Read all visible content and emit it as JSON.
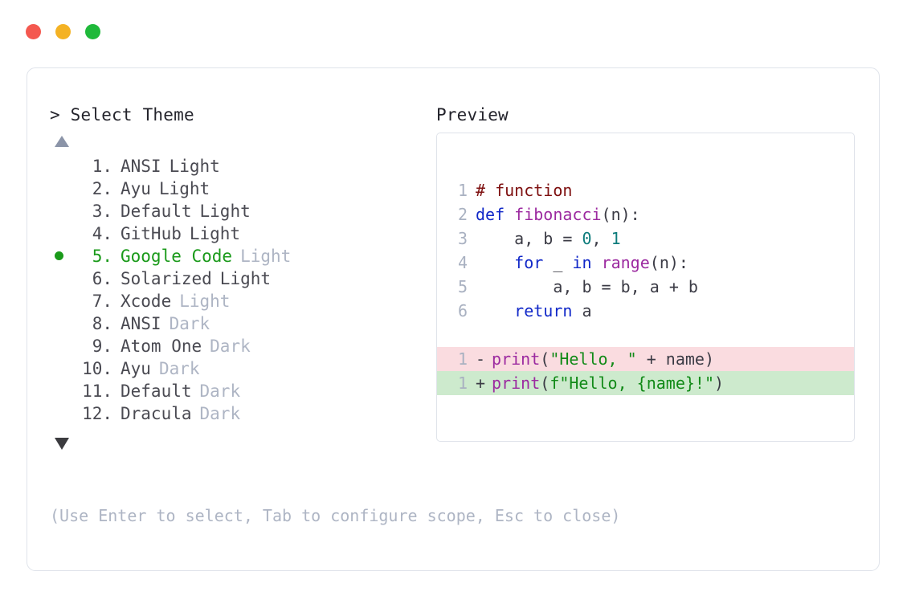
{
  "window": {
    "traffic_lights": [
      {
        "name": "close-dot",
        "color": "#f4584f"
      },
      {
        "name": "minimize-dot",
        "color": "#f4b223"
      },
      {
        "name": "maximize-dot",
        "color": "#1fb93a"
      }
    ]
  },
  "prompt": {
    "header": "> Select Theme",
    "scroll_up": "▲",
    "scroll_down": "▼",
    "footer_hint": "(Use Enter to select, Tab to configure scope, Esc to close)",
    "selected_index": 5,
    "selected_color": "#1a9a1a",
    "dim_color": "#aeb5c4",
    "items": [
      {
        "index": "1.",
        "name": "ANSI",
        "suffix": "Light",
        "suffix_dim": false,
        "selected": false
      },
      {
        "index": "2.",
        "name": "Ayu",
        "suffix": "Light",
        "suffix_dim": false,
        "selected": false
      },
      {
        "index": "3.",
        "name": "Default",
        "suffix": "Light",
        "suffix_dim": false,
        "selected": false
      },
      {
        "index": "4.",
        "name": "GitHub",
        "suffix": "Light",
        "suffix_dim": false,
        "selected": false
      },
      {
        "index": "5.",
        "name": "Google Code",
        "suffix": "Light",
        "suffix_dim": true,
        "selected": true
      },
      {
        "index": "6.",
        "name": "Solarized",
        "suffix": "Light",
        "suffix_dim": false,
        "selected": false
      },
      {
        "index": "7.",
        "name": "Xcode",
        "suffix": "Light",
        "suffix_dim": true,
        "selected": false
      },
      {
        "index": "8.",
        "name": "ANSI",
        "suffix": "Dark",
        "suffix_dim": true,
        "selected": false
      },
      {
        "index": "9.",
        "name": "Atom One",
        "suffix": "Dark",
        "suffix_dim": true,
        "selected": false
      },
      {
        "index": "10.",
        "name": "Ayu",
        "suffix": "Dark",
        "suffix_dim": true,
        "selected": false
      },
      {
        "index": "11.",
        "name": "Default",
        "suffix": "Dark",
        "suffix_dim": true,
        "selected": false
      },
      {
        "index": "12.",
        "name": "Dracula",
        "suffix": "Dark",
        "suffix_dim": true,
        "selected": false
      }
    ]
  },
  "preview": {
    "header": "Preview",
    "code_lines": [
      {
        "no": "1",
        "tokens": [
          {
            "t": "# function",
            "c": "comment"
          }
        ]
      },
      {
        "no": "2",
        "tokens": [
          {
            "t": "def ",
            "c": "kw"
          },
          {
            "t": "fibonacci",
            "c": "fn"
          },
          {
            "t": "(n):",
            "c": "punct"
          }
        ]
      },
      {
        "no": "3",
        "tokens": [
          {
            "t": "    a, b = ",
            "c": "plain"
          },
          {
            "t": "0",
            "c": "num"
          },
          {
            "t": ", ",
            "c": "plain"
          },
          {
            "t": "1",
            "c": "num"
          }
        ]
      },
      {
        "no": "4",
        "tokens": [
          {
            "t": "    ",
            "c": "plain"
          },
          {
            "t": "for",
            "c": "kw"
          },
          {
            "t": " _ ",
            "c": "plain"
          },
          {
            "t": "in",
            "c": "kw"
          },
          {
            "t": " ",
            "c": "plain"
          },
          {
            "t": "range",
            "c": "fn"
          },
          {
            "t": "(n):",
            "c": "punct"
          }
        ]
      },
      {
        "no": "5",
        "tokens": [
          {
            "t": "        a, b = b, a + b",
            "c": "plain"
          }
        ]
      },
      {
        "no": "6",
        "tokens": [
          {
            "t": "    ",
            "c": "plain"
          },
          {
            "t": "return",
            "c": "kw"
          },
          {
            "t": " a",
            "c": "plain"
          }
        ]
      }
    ],
    "diff_lines": [
      {
        "no": "1",
        "marker": "-",
        "kind": "removed",
        "bg": "#fadce0",
        "tokens": [
          {
            "t": "print",
            "c": "fn"
          },
          {
            "t": "(",
            "c": "punct"
          },
          {
            "t": "\"Hello, \"",
            "c": "str"
          },
          {
            "t": " + name)",
            "c": "plain"
          }
        ]
      },
      {
        "no": "1",
        "marker": "+",
        "kind": "added",
        "bg": "#cdeacd",
        "tokens": [
          {
            "t": "print",
            "c": "fn"
          },
          {
            "t": "(",
            "c": "punct"
          },
          {
            "t": "f\"Hello, {name}!\"",
            "c": "str"
          },
          {
            "t": ")",
            "c": "punct"
          }
        ]
      }
    ],
    "syntax_colors": {
      "comment": "#7e1010",
      "keyword": "#1128c8",
      "function": "#9c2aa0",
      "number": "#0e7c7c",
      "string": "#118a17",
      "plain": "#3b3b45",
      "lineno": "#a9b1c1"
    }
  }
}
